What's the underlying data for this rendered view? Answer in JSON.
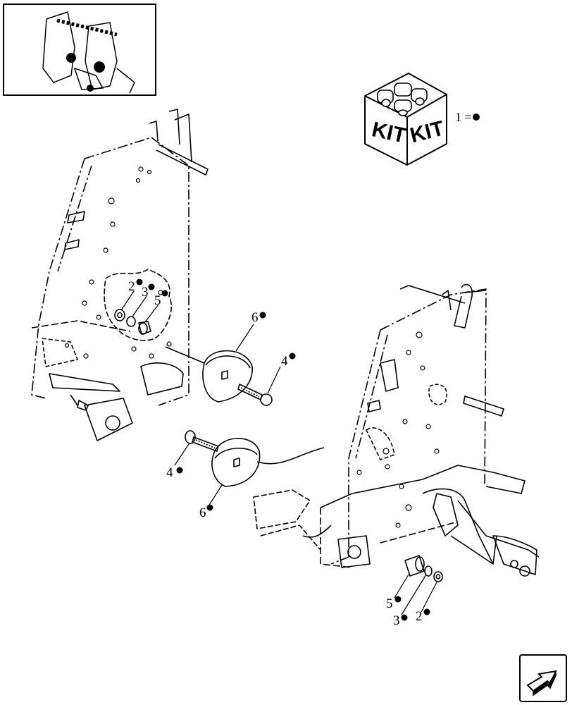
{
  "kit_box": {
    "left_face_label": "KIT",
    "right_face_label": "KIT"
  },
  "legend": {
    "text": "1 =",
    "marker": "filled-circle"
  },
  "callouts": [
    {
      "id": "c2-left",
      "label": "2"
    },
    {
      "id": "c3-left",
      "label": "3"
    },
    {
      "id": "c5-left",
      "label": "5"
    },
    {
      "id": "c6-upper",
      "label": "6"
    },
    {
      "id": "c4-upper",
      "label": "4"
    },
    {
      "id": "c4-lower",
      "label": "4"
    },
    {
      "id": "c6-lower",
      "label": "6"
    },
    {
      "id": "c5-right",
      "label": "5"
    },
    {
      "id": "c3-right",
      "label": "3"
    },
    {
      "id": "c2-right",
      "label": "2"
    }
  ],
  "icons": {
    "thumbnail": "assembly-thumbnail-icon",
    "navigation": "next-page-arrow-icon"
  },
  "colors": {
    "line": "#000000",
    "background": "#ffffff"
  }
}
